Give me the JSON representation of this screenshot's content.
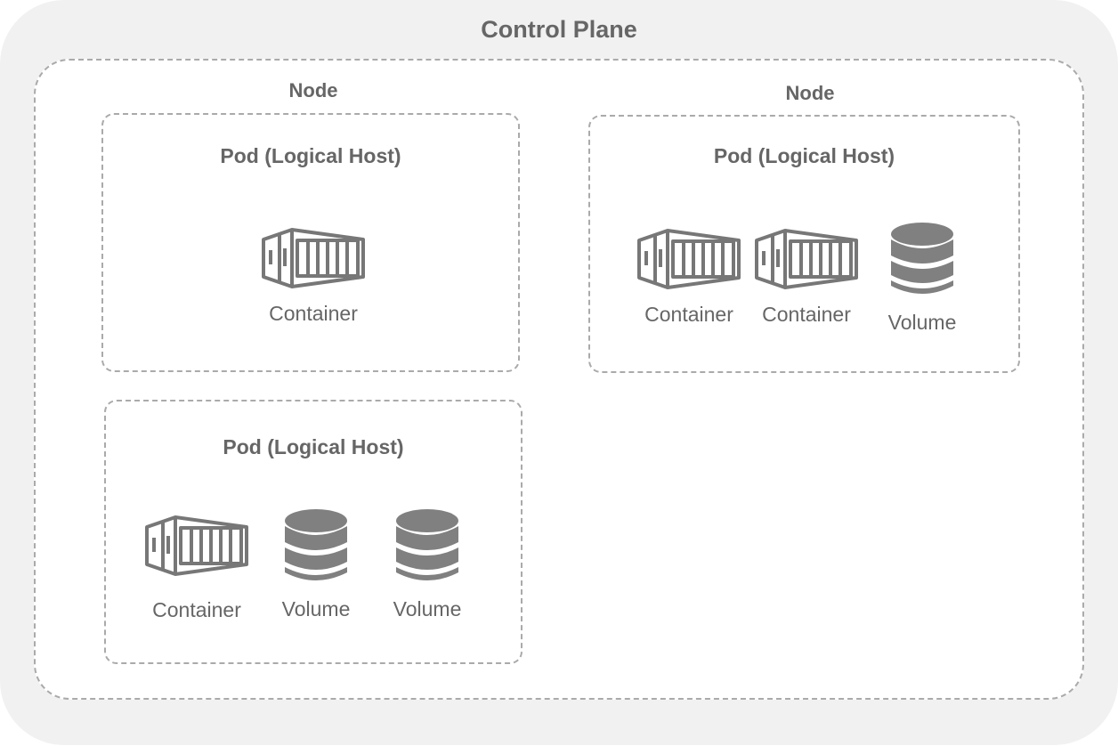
{
  "control_plane": {
    "title": "Control Plane"
  },
  "nodes": [
    {
      "label": "Node",
      "pods": [
        {
          "title": "Pod (Logical Host)",
          "items": [
            {
              "type": "container-icon",
              "label": "Container"
            }
          ]
        },
        {
          "title": "Pod (Logical Host)",
          "items": [
            {
              "type": "container-icon",
              "label": "Container"
            },
            {
              "type": "volume-icon",
              "label": "Volume"
            },
            {
              "type": "volume-icon",
              "label": "Volume"
            }
          ]
        }
      ]
    },
    {
      "label": "Node",
      "pods": [
        {
          "title": "Pod (Logical Host)",
          "items": [
            {
              "type": "container-icon",
              "label": "Container"
            },
            {
              "type": "container-icon",
              "label": "Container"
            },
            {
              "type": "volume-icon",
              "label": "Volume"
            }
          ]
        }
      ]
    }
  ],
  "colors": {
    "icon": "#777777",
    "text": "#666666",
    "border": "#aaaaaa",
    "background": "#f1f1f1"
  }
}
